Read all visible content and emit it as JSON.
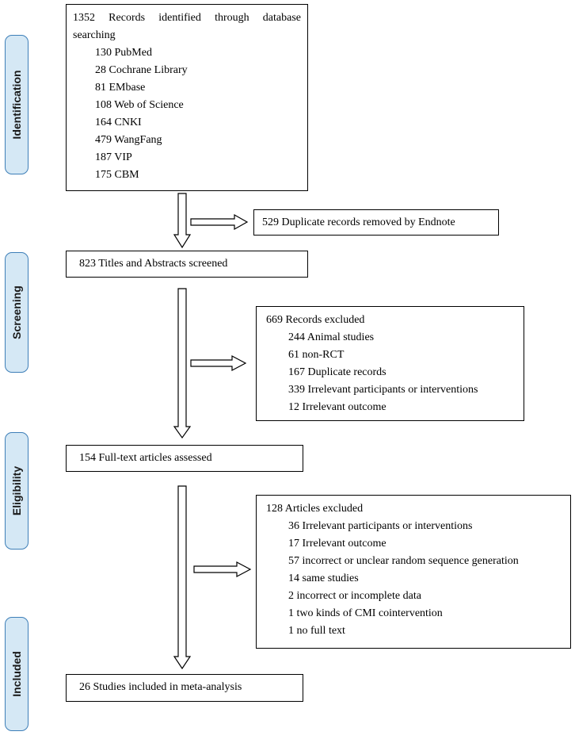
{
  "stages": {
    "identification": "Identification",
    "screening": "Screening",
    "eligibility": "Eligibility",
    "included": "Included"
  },
  "identified": {
    "header_words": [
      "1352",
      "Records",
      "identified",
      "through",
      "database"
    ],
    "header_line2": "searching",
    "sources": [
      "130 PubMed",
      "28 Cochrane Library",
      "81 EMbase",
      "108 Web of Science",
      "164 CNKI",
      "479 WangFang",
      "187 VIP",
      "175 CBM"
    ]
  },
  "duplicates": {
    "text": "529 Duplicate records removed by Endnote"
  },
  "screened": {
    "text": "823 Titles and Abstracts screened"
  },
  "excluded_records": {
    "title": "669 Records excluded",
    "items": [
      "244 Animal studies",
      "61 non-RCT",
      "167 Duplicate records",
      "339 Irrelevant participants or interventions",
      "12 Irrelevant outcome"
    ]
  },
  "fulltext": {
    "text": "154 Full-text articles assessed"
  },
  "excluded_articles": {
    "title": "128 Articles excluded",
    "items": [
      "36 Irrelevant participants or interventions",
      "17 Irrelevant outcome",
      "57 incorrect or unclear random sequence generation",
      "14 same studies",
      "2 incorrect or incomplete data",
      "1 two kinds of CMI cointervention",
      "1 no full text"
    ]
  },
  "included": {
    "text": "26 Studies included in meta-analysis"
  }
}
